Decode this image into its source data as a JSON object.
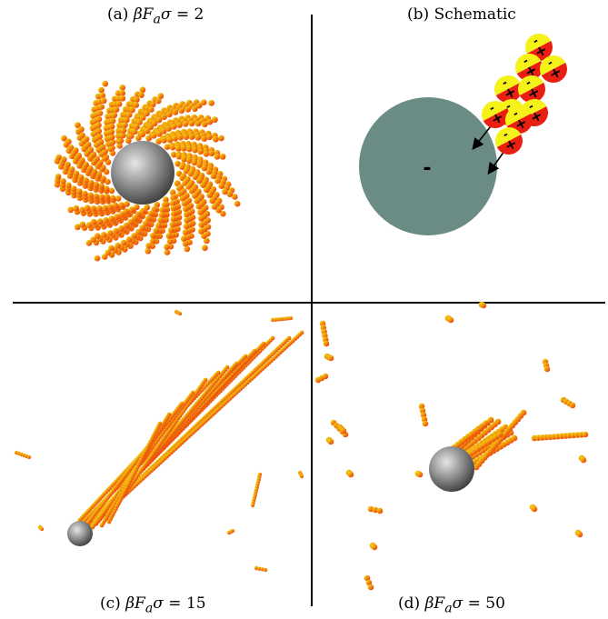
{
  "panels": [
    {
      "id": "a",
      "tag": "(a)",
      "math": "βF",
      "sub": "a",
      "sym": "σ",
      "eq": " = 2"
    },
    {
      "id": "b",
      "tag": "(b)",
      "text": "Schematic"
    },
    {
      "id": "c",
      "tag": "(c)",
      "math": "βF",
      "sub": "a",
      "sym": "σ",
      "eq": " = 15"
    },
    {
      "id": "d",
      "tag": "(d)",
      "math": "βF",
      "sub": "a",
      "sym": "σ",
      "eq": " = 50"
    }
  ],
  "schematic": {
    "cargo_charge": "-",
    "head_charge": "-",
    "tail_charge": "+"
  },
  "colors": {
    "bead_red": "#e81f12",
    "bead_orange": "#f08a0c",
    "bead_yellow": "#f5f21a",
    "cargo_gray": "#8f8f8f",
    "schematic_cargo": "#6b8c84",
    "divider": "#000000"
  }
}
